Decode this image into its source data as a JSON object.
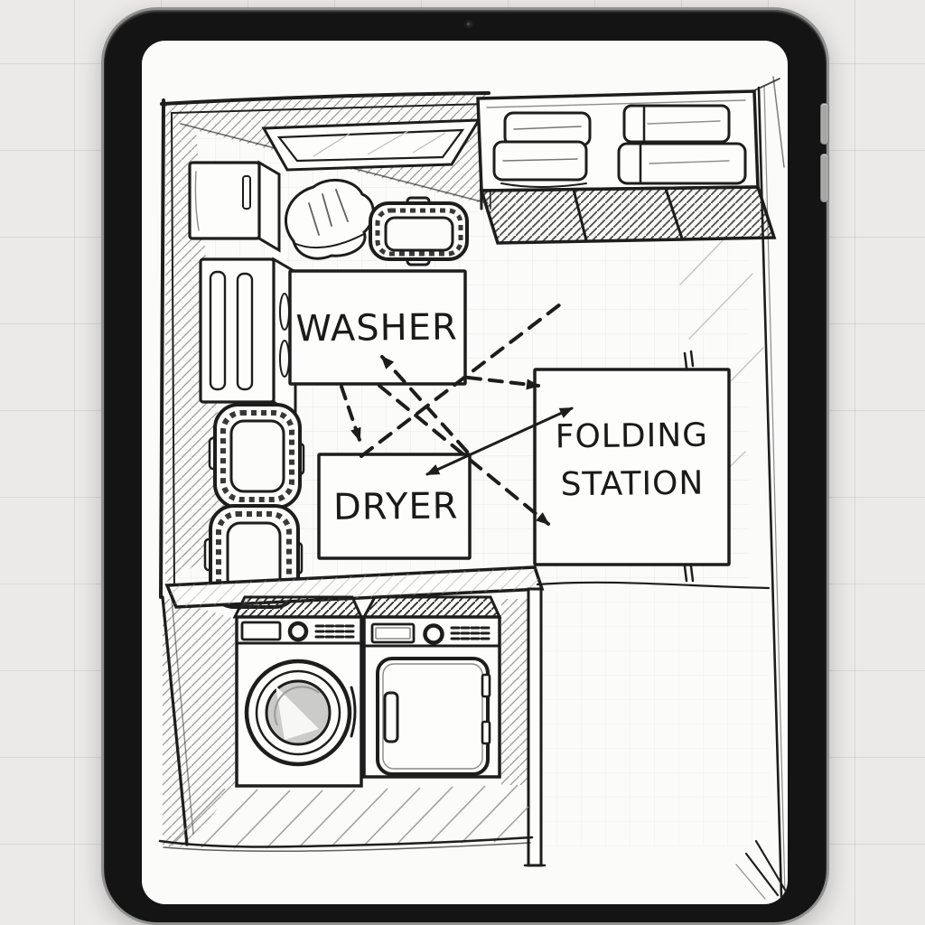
{
  "scene": {
    "description": "Hand-drawn laundry room floor plan sketch displayed on a tablet",
    "view": "top-down floor plan with front elevation of washer and dryer below"
  },
  "tablet": {
    "camera": "front-camera-dot",
    "side_buttons": [
      "volume-up",
      "volume-down"
    ]
  },
  "plan": {
    "washer_label": "WASHER",
    "dryer_label": "DRYER",
    "folding_label_line1": "FOLDING",
    "folding_label_line2": "STATION",
    "objects": [
      "window",
      "supply box",
      "storage cabinet",
      "laundry basket",
      "laundry basket",
      "clothes pile",
      "detergent caddy",
      "wall shelf with folded towels",
      "counter",
      "front-load washer",
      "front-load dryer"
    ],
    "arrows": [
      {
        "style": "dashed",
        "from": "dryer top-right",
        "to": "washer bottom",
        "head": "end"
      },
      {
        "style": "dashed",
        "from": "dryer top",
        "to": "upper-right floor",
        "head": "none"
      },
      {
        "style": "dashed",
        "from": "washer bottom",
        "to": "dryer top",
        "head": "end"
      },
      {
        "style": "dashed",
        "from": "washer bottom-right",
        "to": "folding station left edge",
        "head": "end"
      },
      {
        "style": "dashed",
        "from": "below washer",
        "to": "folding station lower-left",
        "head": "end"
      },
      {
        "style": "solid-double",
        "from": "dryer top-right",
        "to": "folding station upper-left",
        "head": "both"
      }
    ]
  },
  "colors": {
    "background": "#ebeae8",
    "background_grid": "#d9d8d6",
    "bezel": "#141414",
    "rim": "#90908e",
    "screen": "#fbfbf9",
    "ink": "#1d1d1d",
    "drum_shade": "#cbcbc9"
  }
}
